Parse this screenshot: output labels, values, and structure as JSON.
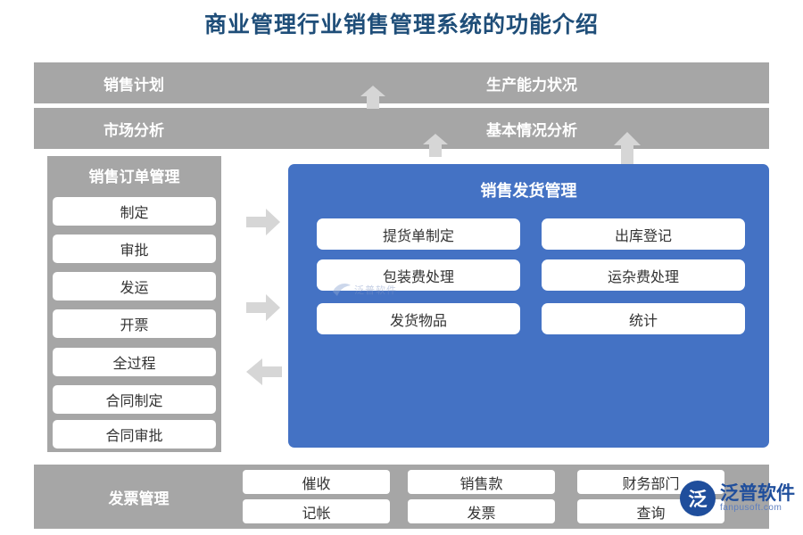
{
  "page_title": "商业管理行业销售管理系统的功能介绍",
  "colors": {
    "title": "#1f4e79",
    "gray": "#a6a6a6",
    "blue": "#4472c4",
    "white": "#ffffff",
    "logo": "#1f4e9c"
  },
  "top_rows": [
    {
      "left_label": "销售计划",
      "right_label": "生产能力状况"
    },
    {
      "left_label": "市场分析",
      "right_label": "基本情况分析"
    }
  ],
  "left_panel": {
    "title": "销售订单管理",
    "items": [
      "制定",
      "审批",
      "发运",
      "开票",
      "全过程",
      "合同制定",
      "合同审批"
    ]
  },
  "blue_panel": {
    "title": "销售发货管理",
    "items": [
      "提货单制定",
      "出库登记",
      "包装费处理",
      "运杂费处理",
      "发货物品",
      "统计"
    ]
  },
  "bottom_bar": {
    "label": "发票管理",
    "items": [
      "催收",
      "销售款",
      "财务部门",
      "记帐",
      "发票",
      "查询"
    ]
  },
  "watermark": {
    "center_text": "泛普软件",
    "logo_mark": "泛",
    "logo_main": "泛普软件",
    "logo_sub": "fanpusoft.com"
  }
}
